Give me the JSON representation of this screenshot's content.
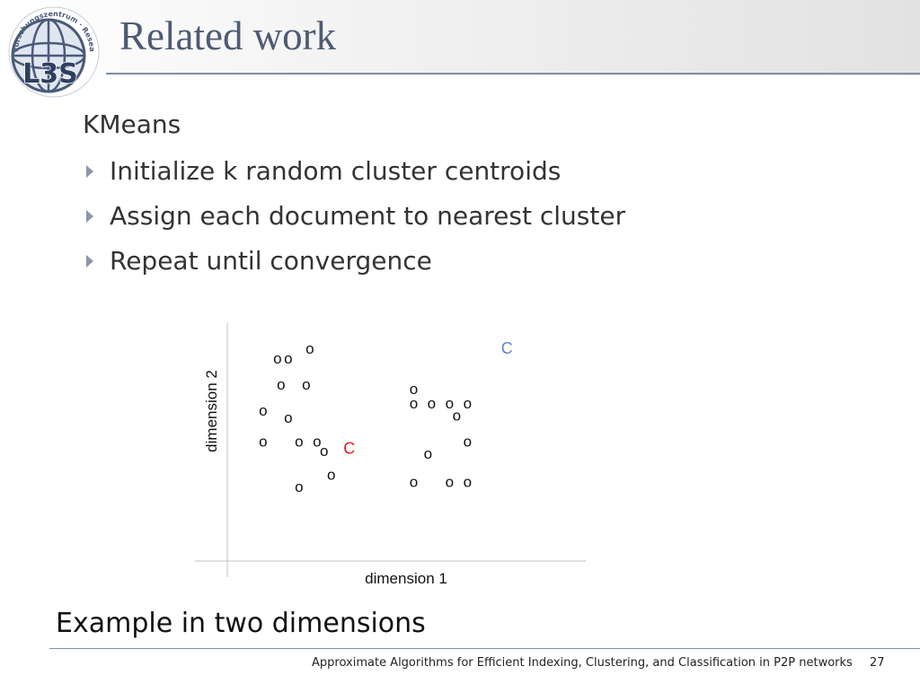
{
  "slide": {
    "title": "Related work",
    "heading": "KMeans",
    "bullets": [
      "Initialize k random cluster centroids",
      "Assign each document to nearest cluster",
      "Repeat until convergence"
    ],
    "example_caption": "Example in two dimensions",
    "footer_text": "Approximate Algorithms for Efficient Indexing, Clustering, and Classification in P2P networks",
    "page_number": "27"
  },
  "logo": {
    "text": "L3S",
    "ring_text": "Forschungszentrum · Research Center"
  },
  "chart_data": {
    "type": "scatter",
    "xlabel": "dimension 1",
    "ylabel": "dimension 2",
    "xlim": [
      0,
      100
    ],
    "ylim": [
      0,
      100
    ],
    "point_glyph": "o",
    "centroid_glyph": "C",
    "grid": false,
    "series": [
      {
        "role": "point",
        "color": "#111111",
        "x": [
          23,
          14,
          17,
          15,
          22,
          10,
          17,
          10,
          20,
          25,
          27,
          29,
          20,
          52,
          52,
          57,
          62,
          67,
          64,
          67,
          56,
          52,
          62,
          67
        ],
        "y": [
          89,
          85,
          85,
          74,
          74,
          63,
          60,
          50,
          50,
          50,
          46,
          36,
          31,
          72,
          66,
          66,
          66,
          66,
          61,
          50,
          45,
          33,
          33,
          33
        ]
      },
      {
        "role": "centroid",
        "color": "#e02020",
        "x": [
          34
        ],
        "y": [
          47
        ]
      },
      {
        "role": "centroid",
        "color": "#5a86c8",
        "x": [
          78
        ],
        "y": [
          89
        ]
      }
    ]
  }
}
